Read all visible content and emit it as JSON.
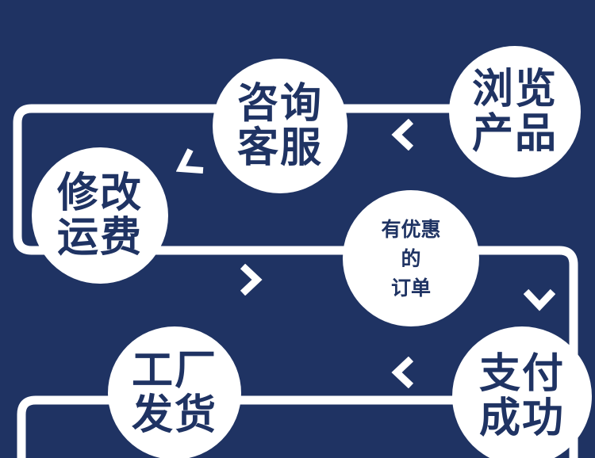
{
  "colors": {
    "background": "#1f3363",
    "line": "#ffffff",
    "node": "#ffffff",
    "text": "#1f3363"
  },
  "steps": [
    {
      "id": "browse",
      "label": "浏览\n产品"
    },
    {
      "id": "consult",
      "label": "咨询\n客服"
    },
    {
      "id": "modify",
      "label": "修改\n运费"
    },
    {
      "id": "order",
      "label": "有优惠\n的\n订单"
    },
    {
      "id": "pay",
      "label": "支付\n成功"
    },
    {
      "id": "ship",
      "label": "工厂\n发货"
    }
  ],
  "arrows": [
    {
      "from": "browse",
      "to": "consult",
      "icon": "chevron-left-icon"
    },
    {
      "from": "consult",
      "to": "modify",
      "icon": "chevron-down-left-icon"
    },
    {
      "from": "modify",
      "to": "order",
      "icon": "chevron-right-icon"
    },
    {
      "from": "order",
      "to": "pay",
      "icon": "chevron-down-icon"
    },
    {
      "from": "pay",
      "to": "ship",
      "icon": "chevron-left-icon"
    }
  ]
}
